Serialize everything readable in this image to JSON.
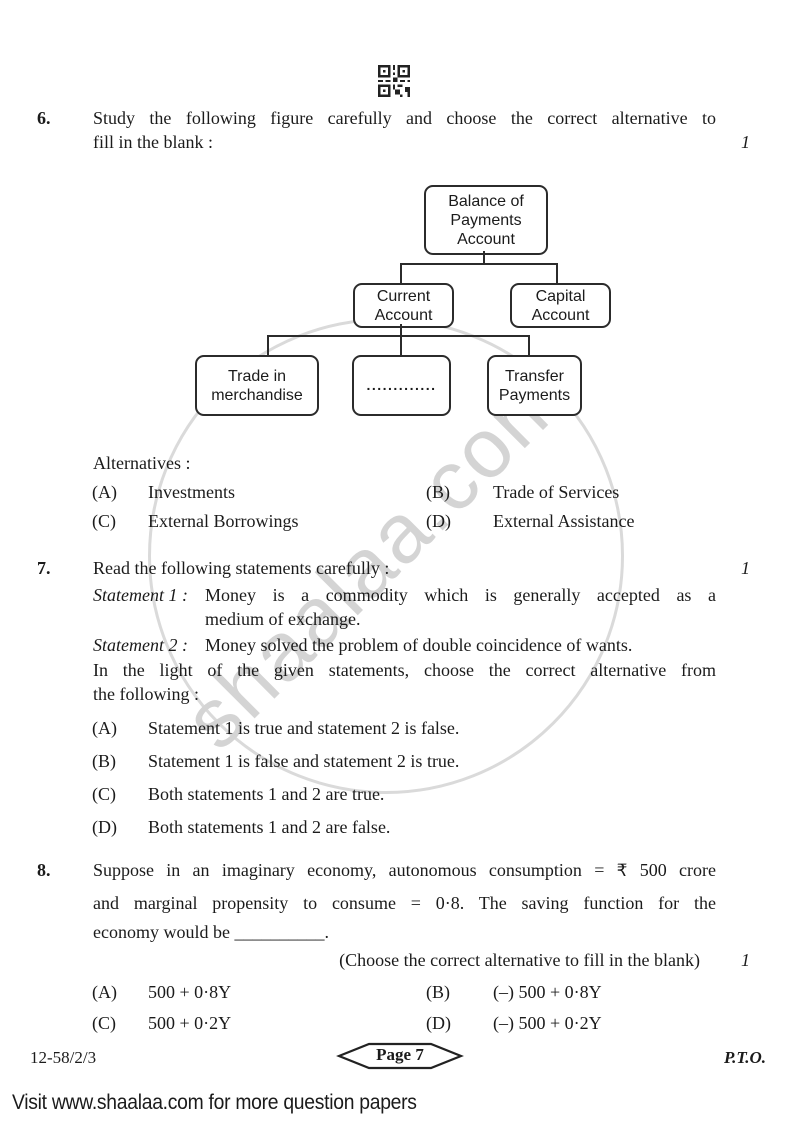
{
  "watermark": {
    "text": "shaalaa.com"
  },
  "q6": {
    "number": "6.",
    "lines": [
      "Study the following figure carefully and choose the correct alternative to",
      "fill in the blank :"
    ],
    "marks": "1",
    "diagram": {
      "root": "Balance of\nPayments\nAccount",
      "current": "Current\nAccount",
      "capital": "Capital\nAccount",
      "trade": "Trade in\nmerchandise",
      "blank": ".............",
      "transfer": "Transfer\nPayments"
    },
    "alternatives_label": "Alternatives :",
    "options": [
      {
        "label": "(A)",
        "text": "Investments"
      },
      {
        "label": "(B)",
        "text": "Trade of Services"
      },
      {
        "label": "(C)",
        "text": "External Borrowings"
      },
      {
        "label": "(D)",
        "text": "External Assistance"
      }
    ]
  },
  "q7": {
    "number": "7.",
    "intro": "Read the following statements carefully :",
    "marks": "1",
    "statement1": {
      "label": "Statement 1 :",
      "lines": [
        "Money is a commodity which is generally accepted as a",
        "medium of exchange."
      ]
    },
    "statement2": {
      "label": "Statement 2 :",
      "text": "Money solved the problem of double coincidence of wants."
    },
    "closing_lines": [
      "In the light of the given statements, choose the correct alternative from",
      "the following :"
    ],
    "options": [
      {
        "label": "(A)",
        "text": "Statement 1 is true and statement 2 is false."
      },
      {
        "label": "(B)",
        "text": "Statement 1 is false and statement 2 is true."
      },
      {
        "label": "(C)",
        "text": "Both statements 1 and 2 are true."
      },
      {
        "label": "(D)",
        "text": "Both statements 1 and 2 are false."
      }
    ]
  },
  "q8": {
    "number": "8.",
    "line1a": "Suppose in an imaginary economy, autonomous consumption = ",
    "rupee": "₹",
    "line1b": " 500 crore",
    "line2": "and marginal propensity to consume = 0·8. The saving function for the",
    "line3": "economy would be __________.",
    "note": "(Choose the correct alternative to fill in the blank)",
    "marks": "1",
    "options": [
      {
        "label": "(A)",
        "text": "500 + 0·8Y"
      },
      {
        "label": "(B)",
        "text": "(–) 500 + 0·8Y"
      },
      {
        "label": "(C)",
        "text": "500 + 0·2Y"
      },
      {
        "label": "(D)",
        "text": "(–) 500 + 0·2Y"
      }
    ]
  },
  "footer": {
    "paper_code": "12-58/2/3",
    "page_label": "Page 7",
    "pto": "P.T.O."
  },
  "bottom_note": "Visit www.shaalaa.com for more question papers"
}
